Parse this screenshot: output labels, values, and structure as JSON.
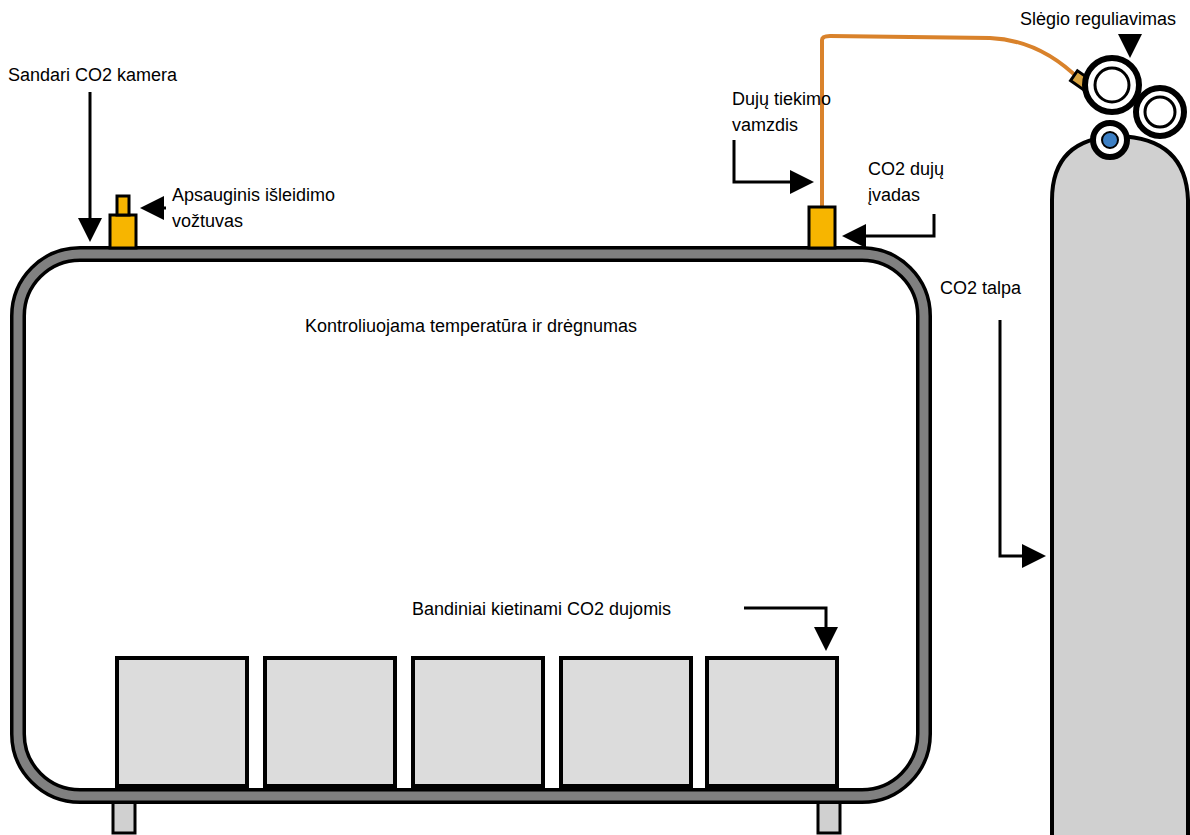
{
  "diagram": {
    "nodes": [
      {
        "text": [
          "Kontroliuojama temperatūra ir drėgnumas"
        ]
      }
    ],
    "labels": [
      "Sandari CO2 kamera",
      "Apsauginis išleidimo vožtuvas",
      "Dujų tiekimo vamzdis",
      "CO2 dujų įvadas",
      "Slėgio reguliavimas",
      "CO2 talpa",
      "Bandiniai kietinami CO2 dujomis"
    ]
  }
}
